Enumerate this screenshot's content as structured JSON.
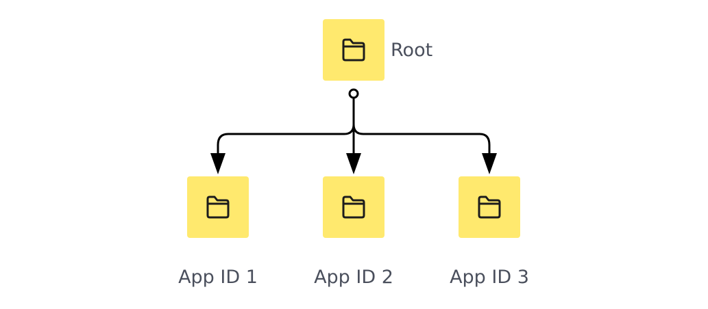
{
  "colors": {
    "tile_fill": "#FFE96E",
    "icon_stroke": "#1c1c1c",
    "connector": "#000000",
    "label_text": "#4a4f5c"
  },
  "icons": {
    "node_icon": "folder-icon"
  },
  "root": {
    "label": "Root"
  },
  "children": [
    {
      "label": "App ID 1"
    },
    {
      "label": "App ID 2"
    },
    {
      "label": "App ID 3"
    }
  ]
}
